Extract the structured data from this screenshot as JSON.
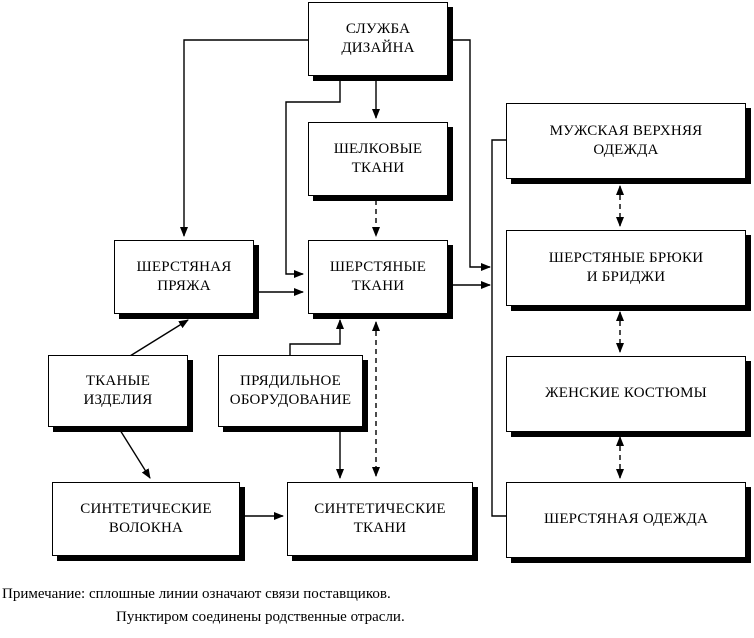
{
  "nodes": {
    "design_service": "СЛУЖБА\nДИЗАЙНА",
    "silk_fabrics": "ШЕЛКОВЫЕ\nТКАНИ",
    "wool_yarn": "ШЕРСТЯНАЯ\nПРЯЖА",
    "wool_fabrics": "ШЕРСТЯНЫЕ\nТКАНИ",
    "woven_products": "ТКАНЫЕ\nИЗДЕЛИЯ",
    "spinning_equipment": "ПРЯДИЛЬНОЕ\nОБОРУДОВАНИЕ",
    "synthetic_fibers": "СИНТЕТИЧЕСКИЕ\nВОЛОКНА",
    "synthetic_fabrics": "СИНТЕТИЧЕСКИЕ\nТКАНИ",
    "mens_outerwear": "МУЖСКАЯ ВЕРХНЯЯ\nОДЕЖДА",
    "wool_trousers": "ШЕРСТЯНЫЕ БРЮКИ\nИ БРИДЖИ",
    "womens_suits": "ЖЕНСКИЕ КОСТЮМЫ",
    "wool_clothing": "ШЕРСТЯНАЯ ОДЕЖДА"
  },
  "note": {
    "line1": "Примечание:  сплошные линии означают связи поставщиков.",
    "line2": "Пунктиром соединены родственные отрасли."
  },
  "colors": {
    "line": "#000000",
    "box_fill": "#ffffff",
    "shadow": "#000000"
  }
}
